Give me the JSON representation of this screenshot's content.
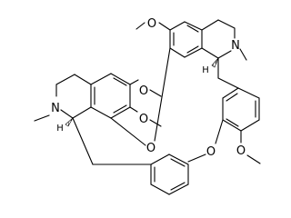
{
  "molecule": {
    "atom_labels": {
      "o_top_methoxy": "O",
      "n_right": "N",
      "h_right": "H",
      "o_left_methoxy_upper": "O",
      "o_left_methoxy_lower": "O",
      "n_left": "N",
      "h_left": "H",
      "o_bridge_center": "O",
      "o_bridge_right": "O",
      "o_right_methoxy": "O"
    },
    "colors": {
      "bond": "#000000",
      "background": "#ffffff"
    }
  }
}
